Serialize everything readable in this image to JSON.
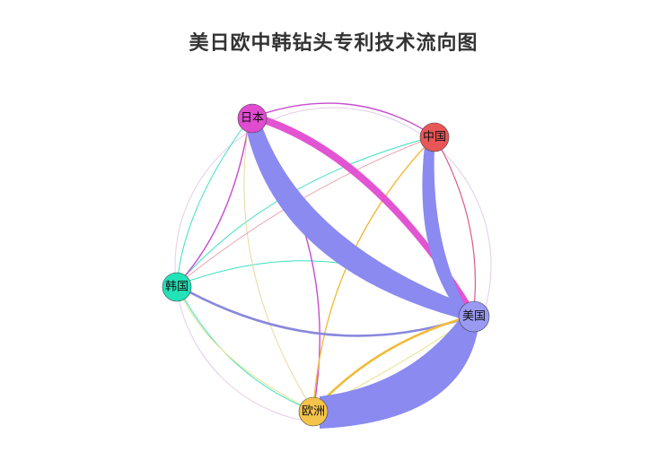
{
  "title": "美日欧中韩钻头专利技术流向图",
  "colors": {
    "usa": "#8888ee",
    "japan": "#e04bd0",
    "china": "#e85658",
    "korea": "#22e3b8",
    "europe": "#f3c34a",
    "circle": "#d9b8d9"
  },
  "nodes": [
    {
      "id": "japan",
      "label": "日本"
    },
    {
      "id": "china",
      "label": "中国"
    },
    {
      "id": "korea",
      "label": "韩国"
    },
    {
      "id": "usa",
      "label": "美国"
    },
    {
      "id": "europe",
      "label": "欧洲"
    }
  ]
}
